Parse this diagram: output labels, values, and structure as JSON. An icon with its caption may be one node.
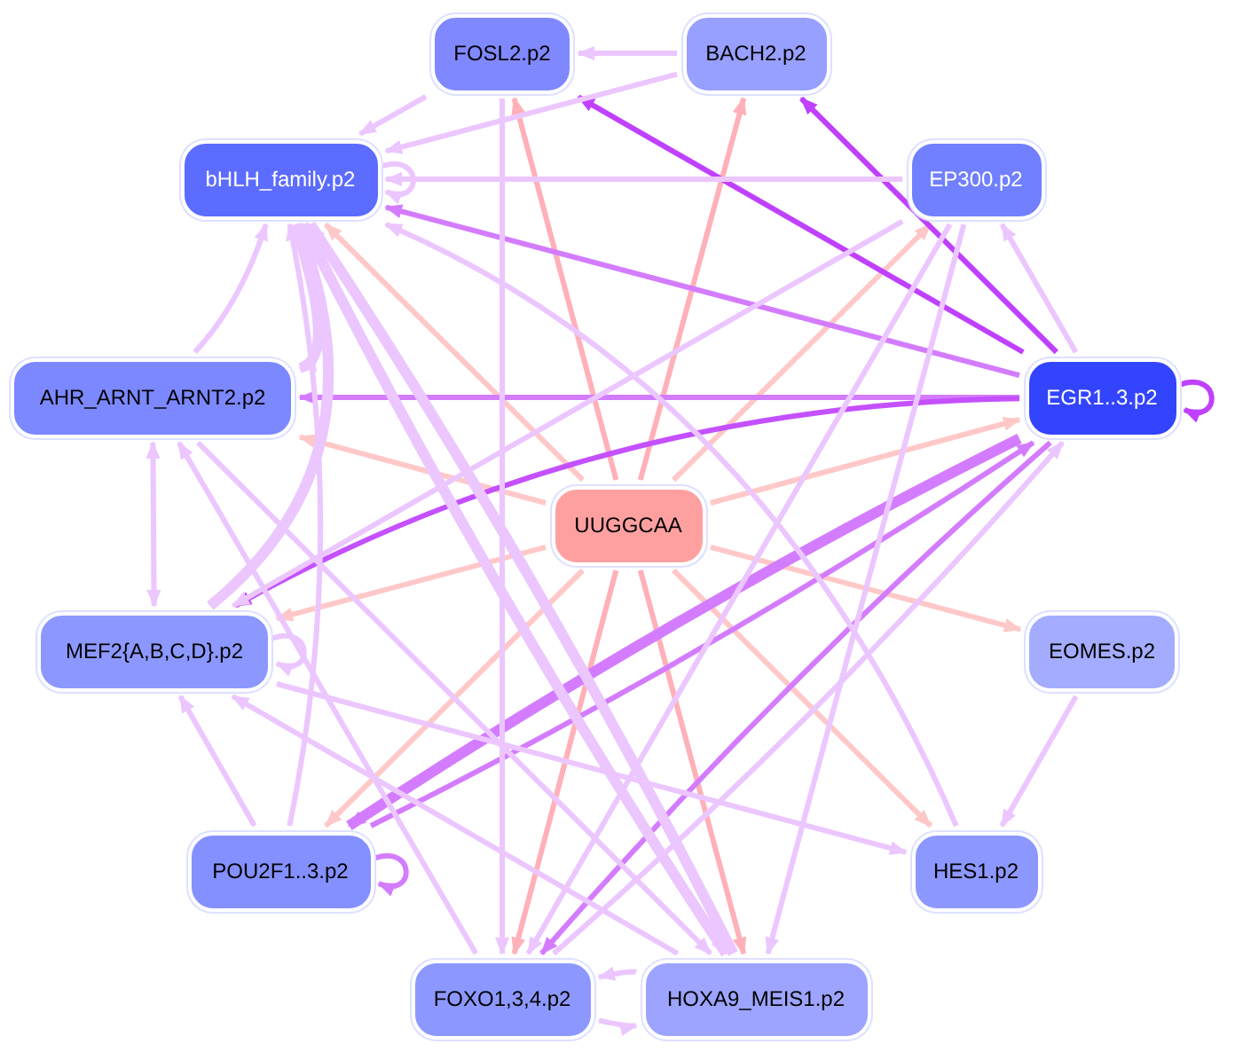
{
  "diagram": {
    "nodes": [
      {
        "text": [
          "FOSL2.p2"
        ]
      },
      {
        "text": [
          "BACH2.p2"
        ]
      },
      {
        "text": [
          "bHLH_family.p2"
        ]
      },
      {
        "text": [
          "EP300.p2"
        ]
      },
      {
        "text": [
          "AHR_ARNT_ARNT2.p2"
        ]
      },
      {
        "text": [
          "EGR1..3.p2"
        ]
      },
      {
        "text": [
          "UUGGCAA"
        ]
      },
      {
        "text": [
          "MEF2{A,B,C,D}.p2"
        ]
      },
      {
        "text": [
          "EOMES.p2"
        ]
      },
      {
        "text": [
          "POU2F1..3.p2"
        ]
      },
      {
        "text": [
          "HES1.p2"
        ]
      },
      {
        "text": [
          "FOXO1,3,4.p2"
        ]
      },
      {
        "text": [
          "HOXA9_MEIS1.p2"
        ]
      }
    ],
    "edges": [
      {
        "from": 6,
        "to": 0,
        "arrow": "to",
        "color": "#ffb0b8"
      },
      {
        "from": 6,
        "to": 1,
        "arrow": "to",
        "color": "#ffb0b8"
      },
      {
        "from": 6,
        "to": 2,
        "arrow": "to",
        "color": "#ffc8c8"
      },
      {
        "from": 6,
        "to": 3,
        "arrow": "to",
        "color": "#ffc8c8"
      },
      {
        "from": 6,
        "to": 4,
        "arrow": "to",
        "color": "#ffc8c8"
      },
      {
        "from": 6,
        "to": 5,
        "arrow": "to",
        "color": "#ffc8c8"
      },
      {
        "from": 6,
        "to": 7,
        "arrow": "to",
        "color": "#ffc8c8"
      },
      {
        "from": 6,
        "to": 8,
        "arrow": "to",
        "color": "#ffc8c8"
      },
      {
        "from": 6,
        "to": 9,
        "arrow": "to",
        "color": "#ffc8c8"
      },
      {
        "from": 6,
        "to": 10,
        "arrow": "to",
        "color": "#ffc8c8"
      },
      {
        "from": 6,
        "to": 11,
        "arrow": "to",
        "color": "#ffb0b8"
      },
      {
        "from": 6,
        "to": 12,
        "arrow": "to",
        "color": "#ffb0b8"
      },
      {
        "from": 5,
        "to": 0,
        "arrow": "to",
        "color": "#c040ff"
      },
      {
        "from": 5,
        "to": 1,
        "arrow": "to",
        "color": "#c040ff"
      },
      {
        "from": 5,
        "to": 3,
        "arrow": "to"
      },
      {
        "from": 5,
        "to": 2,
        "arrow": "to",
        "color": "#d47cff"
      },
      {
        "from": 5,
        "to": 4,
        "arrow": "to",
        "color": "#d47cff"
      },
      {
        "from": 5,
        "to": 7,
        "arrow": "to",
        "color": "#c450ff"
      },
      {
        "from": 5,
        "to": 5,
        "arrow": "to",
        "color": "#c040ff"
      },
      {
        "from": 5,
        "to": 9,
        "arrow": "to",
        "style": "thick",
        "color": "#d47cff"
      },
      {
        "from": 9,
        "to": 5,
        "arrow": "to",
        "color": "#d47cff"
      },
      {
        "from": 5,
        "to": 11,
        "arrow": "to",
        "color": "#d47cff"
      },
      {
        "from": 11,
        "to": 5,
        "arrow": "to"
      },
      {
        "from": 3,
        "to": 2,
        "arrow": "to"
      },
      {
        "from": 3,
        "to": 7,
        "arrow": "to"
      },
      {
        "from": 3,
        "to": 11,
        "arrow": "to"
      },
      {
        "from": 3,
        "to": 12,
        "arrow": "to"
      },
      {
        "from": 1,
        "to": 0,
        "arrow": "to"
      },
      {
        "from": 1,
        "to": 2,
        "arrow": "to"
      },
      {
        "from": 0,
        "to": 2,
        "arrow": "to"
      },
      {
        "from": 0,
        "to": 11,
        "arrow": "to"
      },
      {
        "from": 2,
        "to": 2,
        "arrow": "to"
      },
      {
        "from": 10,
        "to": 2,
        "arrow": "to"
      },
      {
        "from": 2,
        "to": 12,
        "arrow": "to",
        "style": "thick"
      },
      {
        "from": 12,
        "to": 2,
        "arrow": "to",
        "style": "thick"
      },
      {
        "from": 7,
        "to": 2,
        "arrow": "to",
        "style": "thick"
      },
      {
        "from": 4,
        "to": 2,
        "arrow": "to"
      },
      {
        "from": 4,
        "to": 7,
        "arrow": "both"
      },
      {
        "from": 4,
        "to": 12,
        "arrow": "to"
      },
      {
        "from": 7,
        "to": 7,
        "arrow": "to"
      },
      {
        "from": 7,
        "to": 10,
        "arrow": "to"
      },
      {
        "from": 12,
        "to": 7,
        "arrow": "to"
      },
      {
        "from": 9,
        "to": 7,
        "arrow": "to"
      },
      {
        "from": 9,
        "to": 9,
        "arrow": "to",
        "color": "#d47cff"
      },
      {
        "from": 9,
        "to": 2,
        "arrow": "to"
      },
      {
        "from": 11,
        "to": 4,
        "arrow": "to"
      },
      {
        "from": 11,
        "to": 12,
        "arrow": "to"
      },
      {
        "from": 12,
        "to": 11,
        "arrow": "to"
      },
      {
        "from": 8,
        "to": 10,
        "arrow": "to"
      },
      {
        "from": 2,
        "to": 4,
        "arrow": "to",
        "style": "thick"
      }
    ]
  }
}
